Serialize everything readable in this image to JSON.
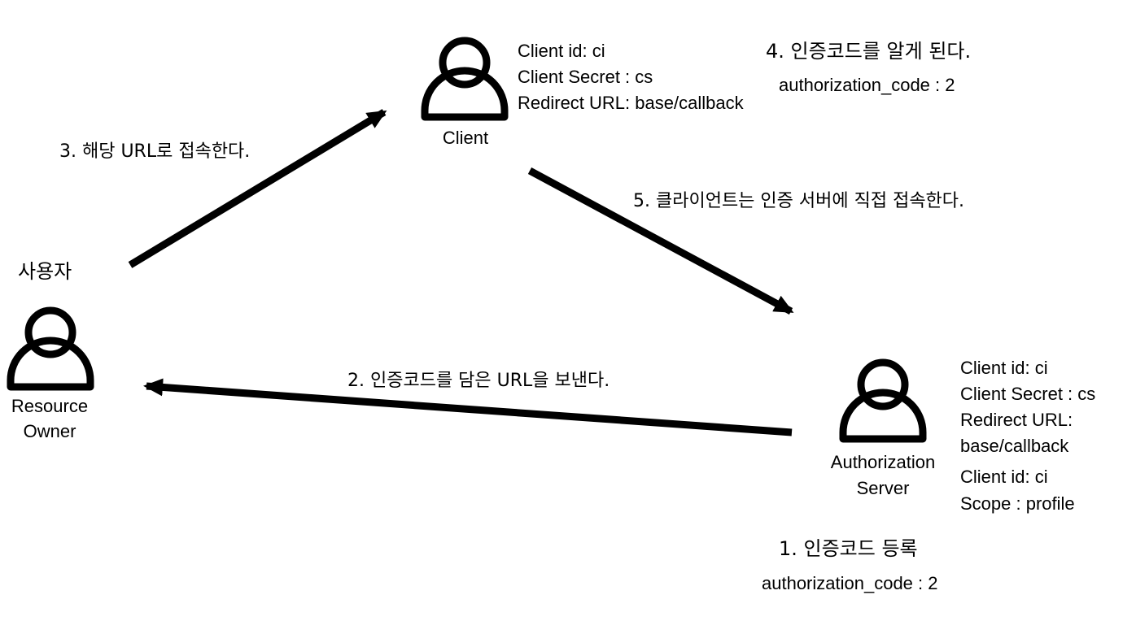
{
  "actors": {
    "resource_owner": {
      "top_label": "사용자",
      "name_line1": "Resource",
      "name_line2": "Owner"
    },
    "client": {
      "name": "Client",
      "info": [
        "Client id: ci",
        "Client Secret : cs",
        "Redirect URL: base/callback"
      ]
    },
    "authorization_server": {
      "name_line1": "Authorization",
      "name_line2": "Server",
      "info": [
        "Client id: ci",
        "Client Secret : cs",
        "Redirect URL:",
        "base/callback",
        "Client id: ci",
        "Scope : profile"
      ]
    }
  },
  "steps": {
    "step1": {
      "title": "1. 인증코드 등록",
      "detail": "authorization_code : 2"
    },
    "step2": {
      "title": "2. 인증코드를 담은 URL을 보낸다."
    },
    "step3": {
      "title": "3. 해당 URL로 접속한다."
    },
    "step4": {
      "title": "4. 인증코드를 알게 된다.",
      "detail": "authorization_code : 2"
    },
    "step5": {
      "title": "5. 클라이언트는 인증 서버에 직접 접속한다."
    }
  },
  "icons": {
    "person": "person-icon",
    "arrow": "arrow-icon"
  },
  "colors": {
    "stroke": "#000000",
    "background": "#ffffff"
  }
}
